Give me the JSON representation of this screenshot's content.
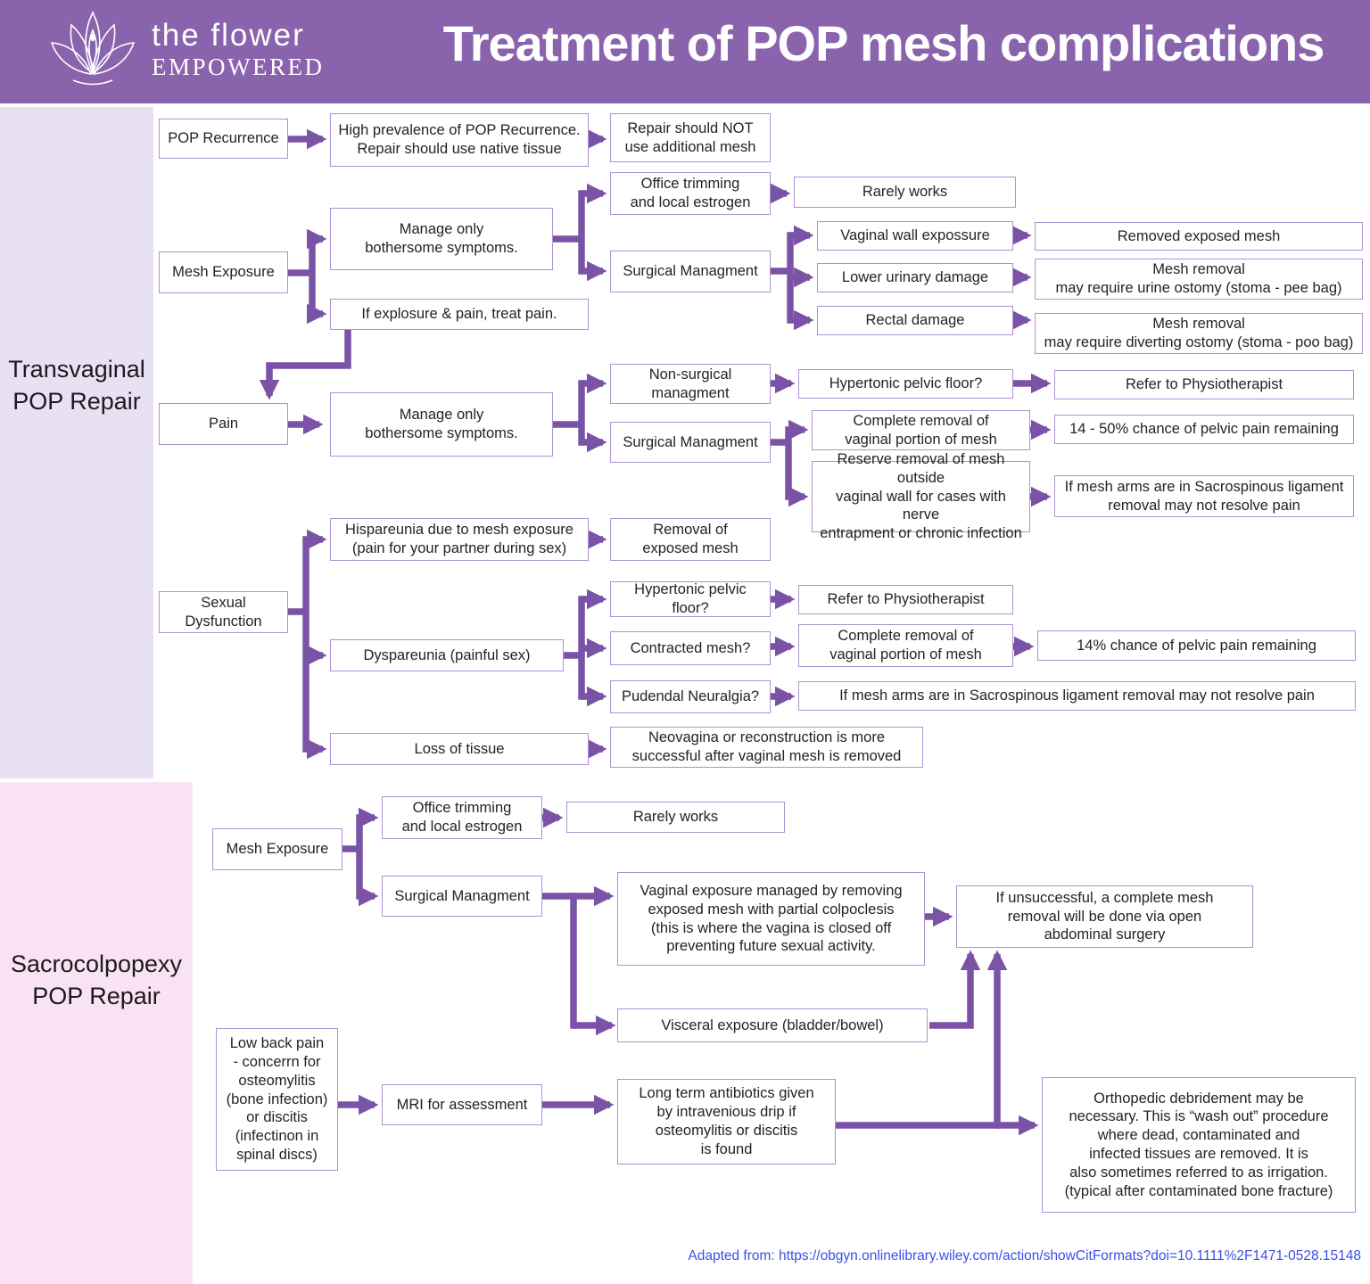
{
  "header": {
    "logo_line1": "the flower",
    "logo_line2": "EMPOWERED",
    "title": "Treatment of POP mesh complications"
  },
  "sections": {
    "transvaginal_line1": "Transvaginal",
    "transvaginal_line2": "POP Repair",
    "sacro_line1": "Sacrocolpopexy",
    "sacro_line2": "POP Repair"
  },
  "nodes": {
    "pop_recurrence": "POP Recurrence",
    "high_prevalence": "High prevalence of POP Recurrence.\nRepair should use native tissue",
    "repair_no_mesh": "Repair should NOT\nuse additional mesh",
    "office_trimming": "Office trimming\nand local estrogen",
    "rarely_works": "Rarely works",
    "manage_only": "Manage only\nbothersome symptoms.",
    "mesh_exposure": "Mesh Exposure",
    "if_explosure": "If explosure & pain, treat pain.",
    "surgical_management": "Surgical Managment",
    "vaginal_wall": "Vaginal wall expossure",
    "removed_exposed": "Removed exposed mesh",
    "lower_urinary": "Lower urinary damage",
    "mesh_removal_urine": "Mesh removal\nmay require urine ostomy (stoma - pee bag)",
    "rectal_damage": "Rectal damage",
    "mesh_removal_diverting": "Mesh removal\nmay require diverting ostomy (stoma - poo bag)",
    "pain": "Pain",
    "nonsurgical_management": "Non-surgical\nmanagment",
    "hypertonic_pelvic_floor": "Hypertonic pelvic floor?",
    "refer_physiotherapist": "Refer to Physiotherapist",
    "complete_removal": "Complete removal of\nvaginal portion of mesh",
    "chance_14_50": "14 - 50% chance of pelvic pain remaining",
    "reserve_removal": "Reserve removal of mesh outside\nvaginal wall for cases with nerve\nentrapment or chronic infection",
    "mesh_arms_wrapped": "If mesh arms are in Sacrospinous ligament\nremoval may not resolve pain",
    "mesh_arms": "If mesh arms are in Sacrospinous ligament removal may not resolve pain",
    "hispareunia": "Hispareunia due to mesh exposure\n(pain for your partner during sex)",
    "removal_exposed_mesh": "Removal of\nexposed mesh",
    "sexual_dysfunction": "Sexual Dysfunction",
    "dyspareunia": "Dyspareunia (painful sex)",
    "contracted_mesh": "Contracted mesh?",
    "chance_14": "14% chance of pelvic pain remaining",
    "pudendal_neuralgia": "Pudendal Neuralgia?",
    "loss_of_tissue": "Loss of tissue",
    "neovagina": "Neovagina or reconstruction is more\nsuccessful after vaginal mesh is removed",
    "vaginal_exposure_colpoclesis": "Vaginal exposure managed by removing\nexposed mesh with partial colpoclesis\n(this is where the vagina is closed off\npreventing future sexual activity.",
    "if_unsuccessful": "If unsuccessful, a complete mesh\nremoval will be done via open\nabdominal surgery",
    "visceral_exposure": "Visceral exposure (bladder/bowel)",
    "low_back_pain": "Low back pain\n- concerrn for\nosteomylitis\n(bone infection)\nor discitis\n(infectinon in\nspinal discs)",
    "mri_assessment": "MRI for assessment",
    "long_term_antibiotics": "Long term antibiotics given\nby intravenious drip if\nosteomylitis or discitis\nis found",
    "orthopedic_debridement": "Orthopedic debridement may be\nnecessary. This is “wash out” procedure\nwhere dead, contaminated and\ninfected tissues are removed. It is\nalso sometimes referred to as irrigation.\n(typical after contaminated bone fracture)"
  },
  "footer": {
    "citation": "Adapted from: https://obgyn.onlinelibrary.wiley.com/action/showCitFormats?doi=10.1111%2F1471-0528.15148"
  },
  "colors": {
    "header_purple": "#8a63ad",
    "transvaginal_bg": "#e7e1f3",
    "sacrocolpopexy_bg": "#f8e2f4",
    "box_border": "#ac93d4",
    "arrow": "#7a53a6",
    "citation_blue": "#3d4ee6"
  }
}
